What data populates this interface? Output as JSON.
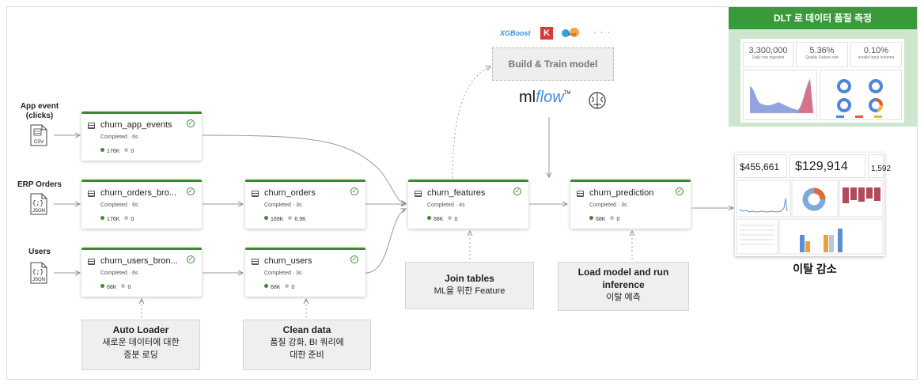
{
  "sources": [
    {
      "label": "App event (clicks)",
      "line1": "App event",
      "line2": "(clicks)",
      "file_type": "CSV",
      "icon": "csv-file-icon"
    },
    {
      "label": "ERP Orders",
      "line1": "ERP Orders",
      "line2": "",
      "file_type": "JSON",
      "icon": "json-file-icon"
    },
    {
      "label": "Users",
      "line1": "Users",
      "line2": "",
      "file_type": "JSON",
      "icon": "json-file-icon"
    }
  ],
  "nodes": {
    "app_events": {
      "title": "churn_app_events",
      "status": "Completed · 6s",
      "rows": "176K",
      "failed": "0"
    },
    "orders_bronze": {
      "title": "churn_orders_bro...",
      "status": "Completed · 6s",
      "rows": "176K",
      "failed": "0"
    },
    "users_bronze": {
      "title": "churn_users_bron...",
      "status": "Completed · 6s",
      "rows": "68K",
      "failed": "0"
    },
    "orders": {
      "title": "churn_orders",
      "status": "Completed · 3s",
      "rows": "169K",
      "failed": "6.9K"
    },
    "users": {
      "title": "churn_users",
      "status": "Completed · 3s",
      "rows": "68K",
      "failed": "0"
    },
    "features": {
      "title": "churn_features",
      "status": "Completed · 4s",
      "rows": "68K",
      "failed": "0"
    },
    "prediction": {
      "title": "churn_prediction",
      "status": "Completed · 3s",
      "rows": "68K",
      "failed": "0"
    }
  },
  "annotations": {
    "auto_loader": {
      "title": "Auto Loader",
      "line1": "새로운 데이터에 대한",
      "line2": "증분 로딩"
    },
    "clean_data": {
      "title": "Clean data",
      "line1": "품질 강화, BI 쿼리에",
      "line2": "대한 준비"
    },
    "join_tables": {
      "title": "Join tables",
      "line1": "ML을 위한 Feature"
    },
    "load_model": {
      "title": "Load model and run",
      "title2": "inference",
      "line1": "이탈 예측"
    }
  },
  "build_model": {
    "label": "Build & Train model"
  },
  "ml_libraries": {
    "xgboost": "XGBoost",
    "keras": "K",
    "ellipsis": "· · ·"
  },
  "mlflow": {
    "ml": "ml",
    "flow": "flow",
    "tm": "TM"
  },
  "dlt_quality": {
    "title": "DLT 로 데이터 품질 측정",
    "kpis": [
      {
        "value": "3,300,000",
        "label": "Daily row ingested"
      },
      {
        "value": "5.36%",
        "label": "Quality Failure rate"
      },
      {
        "value": "0.10%",
        "label": "Invalid input schema"
      }
    ]
  },
  "churn_dashboard": {
    "kpis": [
      "$455,661",
      "$129,914",
      "1,592"
    ],
    "caption": "이탈 감소"
  },
  "colors": {
    "green": "#3b8a2b",
    "header_green": "#3a9a3a",
    "mlflow_blue": "#3b8ee0"
  }
}
